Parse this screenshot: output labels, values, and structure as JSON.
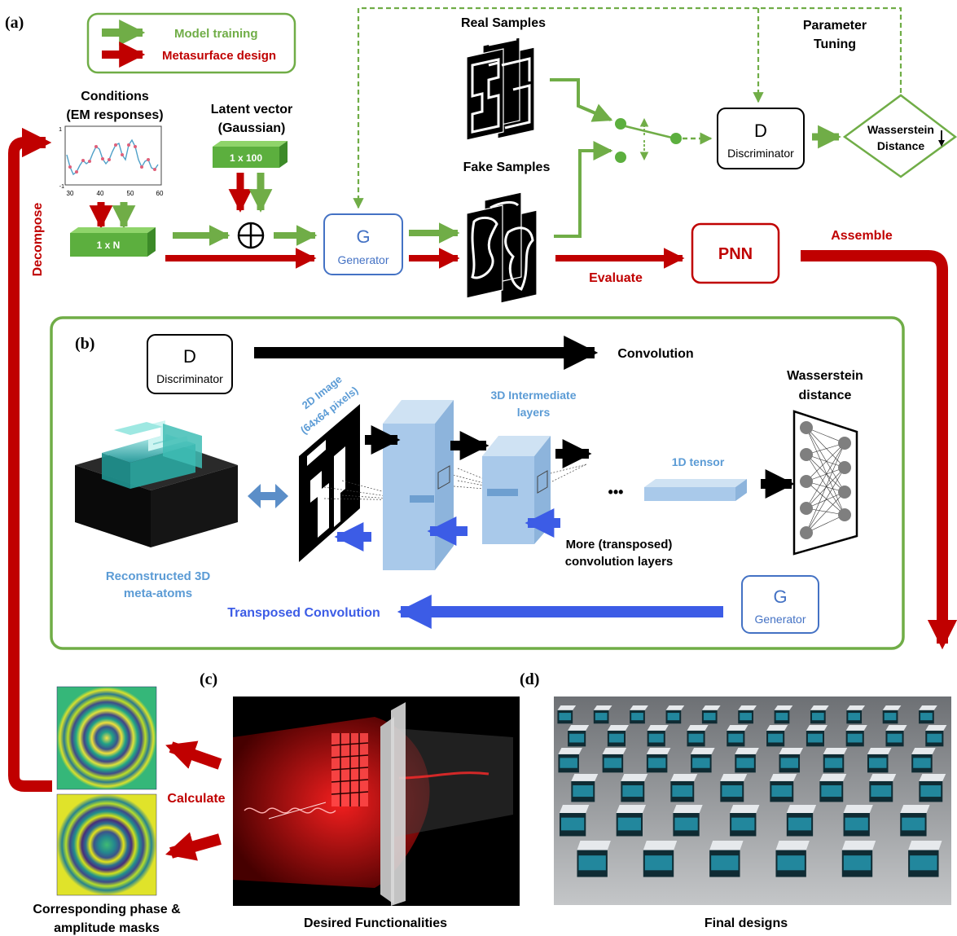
{
  "panel_labels": {
    "a": "(a)",
    "b": "(b)",
    "c": "(c)",
    "d": "(d)"
  },
  "legend": {
    "training": "Model training",
    "design": "Metasurface design"
  },
  "conditions": {
    "title_line1": "Conditions",
    "title_line2": "(EM responses)",
    "x_ticks": [
      "30",
      "40",
      "50",
      "60"
    ],
    "y_top": "1",
    "y_bottom": "-1"
  },
  "latent": {
    "title_line1": "Latent vector",
    "title_line2": "(Gaussian)",
    "box": "1 x 100"
  },
  "cond_box": "1 x N",
  "generator": {
    "letter": "G",
    "label": "Generator"
  },
  "discriminator": {
    "letter": "D",
    "label": "Discriminator"
  },
  "real_samples": "Real Samples",
  "fake_samples": "Fake Samples",
  "param_tuning_line1": "Parameter",
  "param_tuning_line2": "Tuning",
  "wasserstein_diamond_line1": "Wasserstein",
  "wasserstein_diamond_line2": "Distance",
  "pnn": "PNN",
  "evaluate": "Evaluate",
  "assemble": "Assemble",
  "decompose": "Decompose",
  "b_panel": {
    "convolution": "Convolution",
    "wasserstein_line1": "Wasserstein",
    "wasserstein_line2": "distance",
    "image2d_line1": "2D Image",
    "image2d_line2": "(64x64 pixels)",
    "intermediate_line1": "3D Intermediate",
    "intermediate_line2": "layers",
    "tensor1d": "1D tensor",
    "dots": "•••",
    "more_line1": "More (transposed)",
    "more_line2": "convolution layers",
    "reconstructed_line1": "Reconstructed 3D",
    "reconstructed_line2": "meta-atoms",
    "transposed": "Transposed Convolution"
  },
  "c_panel": {
    "calculate": "Calculate",
    "masks_line1": "Corresponding phase &",
    "masks_line2": "amplitude masks",
    "desired": "Desired Functionalities"
  },
  "d_panel": {
    "final": "Final designs"
  },
  "colors": {
    "green": "#70ad47",
    "green_box": "#5c9c3a",
    "red": "#c00000",
    "blue": "#4472c4",
    "light_blue": "#9dc3e6",
    "text_blue": "#5b9bd5"
  }
}
